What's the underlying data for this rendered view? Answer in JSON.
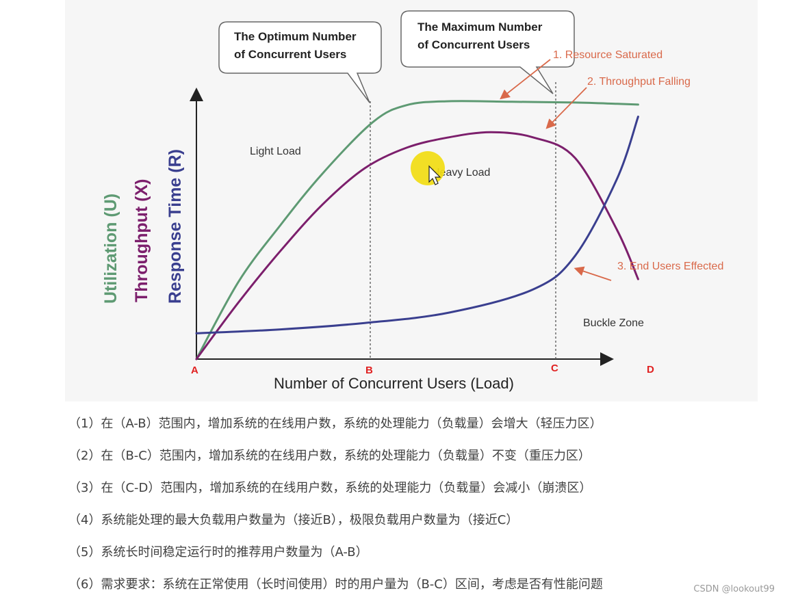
{
  "chart_data": {
    "type": "line",
    "xlabel": "Number of  Concurrent Users (Load)",
    "ylabels": [
      {
        "text": "Utilization (U)",
        "color": "#5e9a73"
      },
      {
        "text": "Throughput (X)",
        "color": "#7c1f6c"
      },
      {
        "text": "Response Time (R)",
        "color": "#3a3f8f"
      }
    ],
    "x_points": [
      "A",
      "B",
      "C",
      "D"
    ],
    "series": [
      {
        "name": "Utilization (U)",
        "color": "#5e9a73",
        "x": [
          0,
          0.1,
          0.2,
          0.3,
          0.42,
          0.5,
          0.6,
          0.75,
          0.9,
          1.0,
          1.05
        ],
        "y": [
          0,
          0.3,
          0.52,
          0.72,
          0.92,
          0.985,
          1.0,
          0.998,
          0.995,
          0.99,
          0.987
        ]
      },
      {
        "name": "Throughput (X)",
        "color": "#7c1f6c",
        "x": [
          0,
          0.1,
          0.2,
          0.3,
          0.4,
          0.5,
          0.6,
          0.7,
          0.8,
          0.9,
          1.0,
          1.05
        ],
        "y": [
          0,
          0.22,
          0.42,
          0.6,
          0.74,
          0.82,
          0.86,
          0.88,
          0.86,
          0.78,
          0.5,
          0.31
        ]
      },
      {
        "name": "Response Time (R)",
        "color": "#3a3f8f",
        "x": [
          0,
          0.2,
          0.4,
          0.6,
          0.8,
          0.9,
          1.0,
          1.05
        ],
        "y": [
          0.1,
          0.115,
          0.14,
          0.18,
          0.27,
          0.4,
          0.7,
          0.94
        ]
      }
    ],
    "regions": [
      "Light Load",
      "Heavy Load",
      "Buckle Zone"
    ],
    "callouts": [
      "The Optimum Number of Concurrent Users",
      "The Maximum  Number of Concurrent Users"
    ],
    "annotations": [
      "1. Resource Saturated",
      "2. Throughput Falling",
      "3. End Users Effected"
    ],
    "annotation_color": "#d9694a",
    "grid": false
  },
  "notes": [
    "（1）在（A-B）范围内，增加系统的在线用户数，系统的处理能力（负载量）会增大（轻压力区）",
    "（2）在（B-C）范围内，增加系统的在线用户数，系统的处理能力（负载量）不变（重压力区）",
    "（3）在（C-D）范围内，增加系统的在线用户数，系统的处理能力（负载量）会减小（崩溃区）",
    "（4）系统能处理的最大负载用户数量为（接近B），极限负载用户数量为（接近C）",
    "（5）系统长时间稳定运行时的推荐用户数量为（A-B）",
    "（6）需求要求：系统在正常使用（长时间使用）时的用户量为（B-C）区间，考虑是否有性能问题"
  ],
  "watermark": "CSDN @lookout99"
}
